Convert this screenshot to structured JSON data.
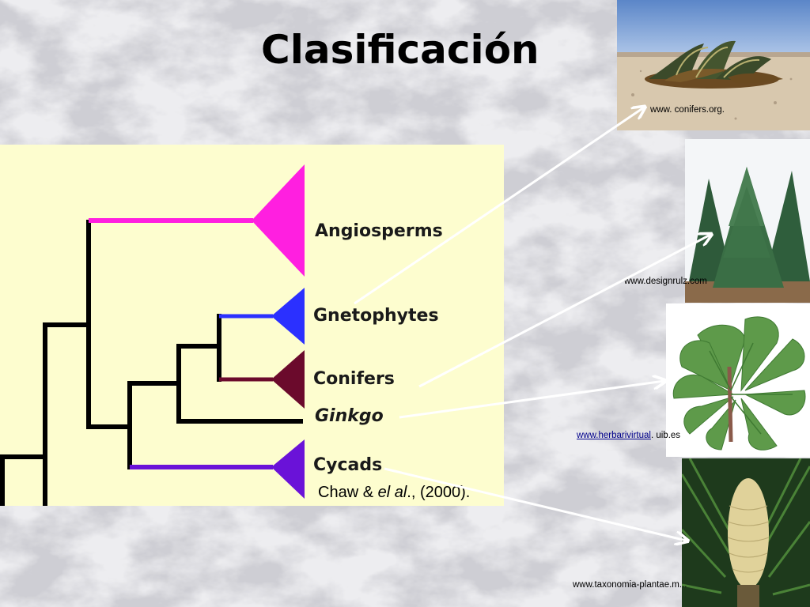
{
  "slide": {
    "title": "Clasificación"
  },
  "tree": {
    "taxa": [
      "Angiosperms",
      "Gnetophytes",
      "Conifers",
      "Ginkgo",
      "Cycads"
    ],
    "colors": {
      "angiosperms": "#ff1fe0",
      "gnetophytes": "#2b30ff",
      "conifers": "#6b0a2c",
      "cycads": "#6a12d8",
      "branches": "#000000",
      "panel": "#fdfdcf"
    },
    "citation": {
      "author": "Chaw  & ",
      "etal": "el al",
      "year": "., (2000)."
    }
  },
  "photos": [
    {
      "subject": "welwitschia",
      "credit": "www. conifers.org."
    },
    {
      "subject": "conifer-trees",
      "credit": "www.designrulz.com"
    },
    {
      "subject": "ginkgo-leaves",
      "credit_link": "www.herbarivirtual",
      "credit_rest": ". uib.es"
    },
    {
      "subject": "cycad-cone",
      "credit": "www.taxonomia-plantae.m..."
    }
  ]
}
